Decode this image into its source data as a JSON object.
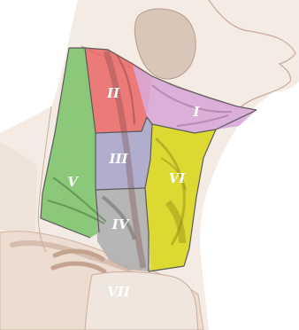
{
  "diagram": {
    "levels": [
      {
        "id": "I",
        "label": "I",
        "color": "#d9a8d6"
      },
      {
        "id": "II",
        "label": "II",
        "color": "#e96a6a"
      },
      {
        "id": "III",
        "label": "III",
        "color": "#a9a7c9"
      },
      {
        "id": "IV",
        "label": "IV",
        "color": "#b0b0b0"
      },
      {
        "id": "V",
        "label": "V",
        "color": "#7dc36a"
      },
      {
        "id": "VI",
        "label": "VI",
        "color": "#d9d61a"
      },
      {
        "id": "VII",
        "label": "VII",
        "color": "#ffffff"
      }
    ]
  }
}
